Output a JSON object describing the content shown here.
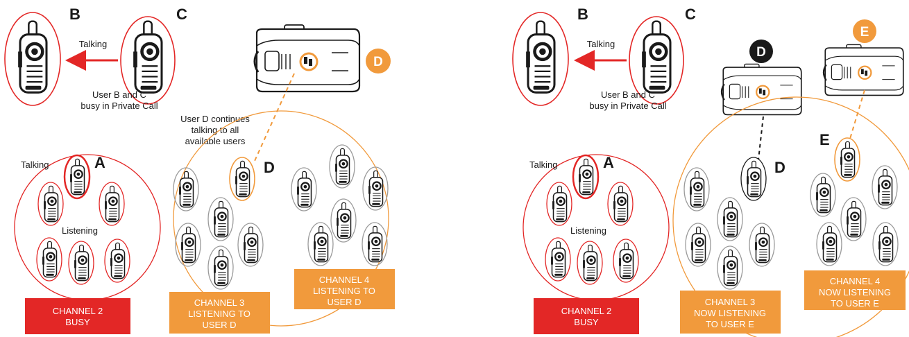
{
  "colors": {
    "red": "#e32726",
    "orange": "#f19a3c",
    "grey": "#9a9a9a",
    "dark": "#1a1a1a"
  },
  "icons": [
    "walkie-talkie-icon",
    "base-radio-icon",
    "arrow-icon"
  ],
  "left": {
    "label_b": "B",
    "label_c": "C",
    "talking_bc": "Talking",
    "private_call_line1": "User B and C",
    "private_call_line2": "busy in Private Call",
    "badge_d": "D",
    "d_note_line1": "User D continues",
    "d_note_line2": "talking to all",
    "d_note_line3": "available users",
    "label_a": "A",
    "talking_a": "Talking",
    "listening": "Listening",
    "label_d_small": "D",
    "ch2_line1": "CHANNEL 2",
    "ch2_line2": "BUSY",
    "ch3_line1": "CHANNEL 3",
    "ch3_line2": "LISTENING TO",
    "ch3_line3": "USER D",
    "ch4_line1": "CHANNEL 4",
    "ch4_line2": "LISTENING TO",
    "ch4_line3": "USER D"
  },
  "right": {
    "label_b": "B",
    "label_c": "C",
    "talking_bc": "Talking",
    "private_call_line1": "User B and C",
    "private_call_line2": "busy in Private Call",
    "badge_d": "D",
    "badge_e": "E",
    "label_a": "A",
    "talking_a": "Talking",
    "listening": "Listening",
    "label_d_small": "D",
    "label_e_small": "E",
    "ch2_line1": "CHANNEL 2",
    "ch2_line2": "BUSY",
    "ch3_line1": "CHANNEL 3",
    "ch3_line2": "NOW LISTENING",
    "ch3_line3": "TO USER E",
    "ch4_line1": "CHANNEL 4",
    "ch4_line2": "NOW LISTENING",
    "ch4_line3": "TO USER E"
  }
}
